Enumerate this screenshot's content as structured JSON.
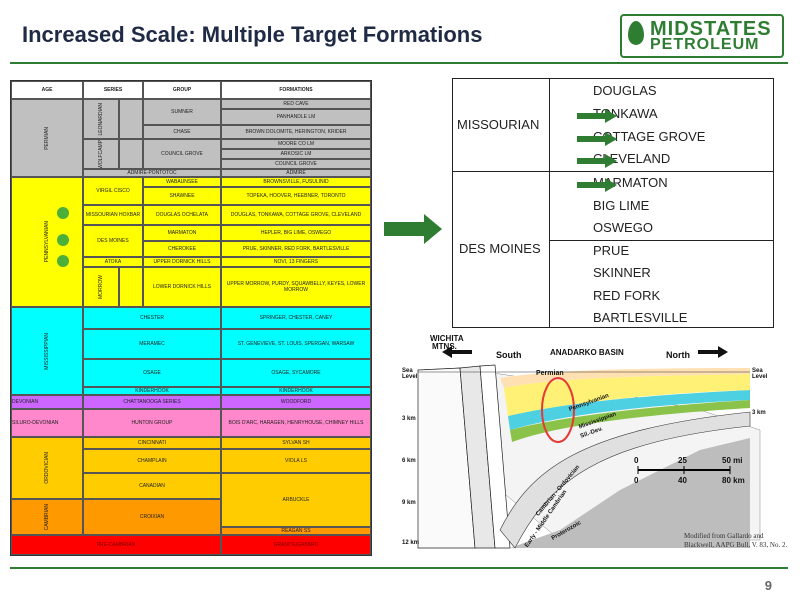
{
  "slide": {
    "title": "Increased Scale: Multiple Target Formations",
    "page_number": "9"
  },
  "logo": {
    "line1": "MIDSTATES",
    "line2": "PETROLEUM"
  },
  "strat_table": {
    "headers": [
      "AGE",
      "SERIES",
      "GROUP",
      "FORMATIONS"
    ],
    "ages": {
      "permian": "PERMIAN",
      "pennsylvanian": "PENNSYLVANIAN",
      "mississippian": "MISSISSIPPIAN",
      "devonian": "DEVONIAN",
      "silurian_devonian": "SILURO-DEVONIAN",
      "ordovician": "ORDOVICIAN",
      "cambrian": "CAMBRIAN",
      "precambrian": "PRE-CAMBRIAN"
    },
    "series": {
      "leonardian": "LEONARDIAN",
      "wolfcamp": "WOLFCAMP",
      "virgil_cisco": "VIRGIL CISCO",
      "missourian": "MISSOURIAN HOXBAR",
      "des_moines": "DES MOINES",
      "atoka": "ATOKA",
      "morrow": "MORROW",
      "chester": "CHESTER",
      "meramec": "MERAMEC",
      "osage": "OSAGE",
      "kinderhook": "KINDERHOOK",
      "chattanooga": "CHATTANOOGA SERIES",
      "hunton": "HUNTON GROUP",
      "cincinnati": "CINCINNATI",
      "champlain": "CHAMPLAIN",
      "canadian": "CANADIAN",
      "croixian": "CROIXIAN"
    },
    "groups": {
      "sumner": "SUMNER",
      "chase": "CHASE",
      "council_grove": "COUNCIL GROVE",
      "admire_pontotoc": "ADMIRE-PONTOTOC",
      "wabaunsee": "WABAUNSEE",
      "shawnee": "SHAWNEE",
      "douglas": "DOUGLAS OCHELATA",
      "marmaton": "MARMATON",
      "cherokee": "CHEROKEE",
      "upper_dornick": "UPPER DORNICK HILLS",
      "lower_dornick": "LOWER DORNICK HILLS"
    },
    "formations": {
      "red_cave": "RED CAVE",
      "panhandle": "PANHANDLE LM",
      "brown_dolomite": "BROWN DOLOMITE, HERINGTON, KRIDER",
      "moore_co": "MOORE CO LM",
      "arkosic": "ARKOSIC LM",
      "council_grove_f": "COUNCIL GROVE",
      "admire": "ADMIRE",
      "brownsville": "BROWNSVILLE, FUSULINID",
      "topeka": "TOPEKA, HOOVER, HEEBNER, TORONTO",
      "douglas_f": "DOUGLAS, TONKAWA, COTTAGE GROVE, CLEVELAND",
      "hepler": "HEPLER, BIG LIME, OSWEGO",
      "prue": "PRUE, SKINNER, RED FORK, BARTLESVILLE",
      "novi": "NOVI, 13 FINGERS",
      "upper_morrow": "UPPER MORROW, PURDY, SQUAWBELLY, KEYES, LOWER MORROW",
      "springer": "SPRINGER, CHESTER, CANEY",
      "st_genevieve": "ST. GENEVIEVE, ST. LOUIS, SPERGAN, WARSAW",
      "osage_f": "OSAGE, SYCAMORE",
      "kinderhook_f": "KINDERHOOK",
      "woodford": "WOODFORD",
      "bois_darc": "BOIS D'ARC, HARAGEN, HENRYHOUSE, CHIMNEY HILLS",
      "sylvan": "SYLVAN SH",
      "viola": "VIOLA LS",
      "arbuckle": "ARBUCKLE",
      "reagan": "REAGAN SS",
      "granite": "GRANITE/GABBRO"
    }
  },
  "formation_table": {
    "missourian": {
      "label": "MISSOURIAN",
      "formations": [
        "DOUGLAS",
        "TONKAWA",
        "COTTAGE GROVE",
        "CLEVELAND"
      ]
    },
    "des_moines": {
      "label": "DES MOINES",
      "formations_upper": [
        "MARMATON",
        "BIG LIME",
        "OSWEGO"
      ],
      "formations_lower": [
        "PRUE",
        "SKINNER",
        "RED FORK",
        "BARTLESVILLE"
      ]
    },
    "arrow_color": "#2e7d32"
  },
  "cross_section": {
    "wichita": "WICHITA",
    "mtns": "MTNS.",
    "south": "South",
    "basin": "ANADARKO BASIN",
    "north": "North",
    "sea_level": "Sea",
    "level": "Level",
    "depth_labels": [
      "3 km",
      "6 km",
      "9 km",
      "12 km"
    ],
    "right_depth": "3 km",
    "units": [
      "Permian",
      "Pennsylvanian",
      "Mississippian",
      "Sil.-Dev.",
      "Cambrian - Ordovician",
      "Early - Middle Cambrian",
      "Proterozoic"
    ],
    "scale_mi": [
      "0",
      "25",
      "50 mi"
    ],
    "scale_km": [
      "0",
      "40",
      "80 km"
    ],
    "caption": "Modified from Gallardo and Blackwell, AAPG Bull, V. 83, No. 2."
  },
  "colors": {
    "permian": "#c0c0c0",
    "pennsylvanian": "#ffff00",
    "mississippian": "#00ffff",
    "devonian": "#cc66ff",
    "silurian": "#ff88cc",
    "ordovician": "#ffcc00",
    "cambrian": "#ff9900",
    "precambrian": "#ff0000",
    "accent": "#2e7d32"
  }
}
